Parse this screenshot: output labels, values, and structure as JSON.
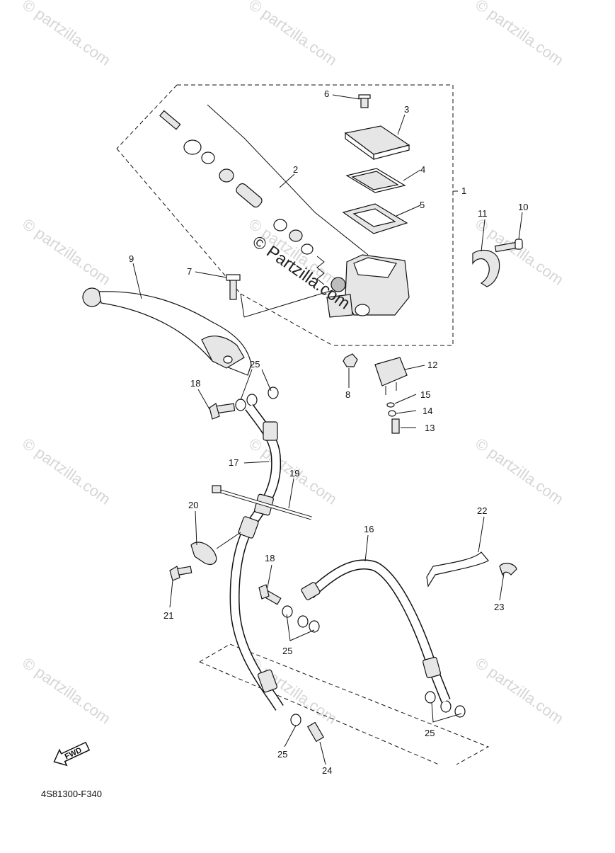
{
  "diagram": {
    "watermark": "© Partzilla.com",
    "watermark_repeat": "© partzilla.com",
    "diagram_code": "4S81300-F340",
    "fwd_label": "FWD",
    "callouts": [
      "1",
      "2",
      "3",
      "4",
      "5",
      "6",
      "7",
      "8",
      "9",
      "10",
      "11",
      "12",
      "13",
      "14",
      "15",
      "16",
      "17",
      "18",
      "18",
      "19",
      "20",
      "21",
      "22",
      "23",
      "24",
      "25",
      "25",
      "25",
      "25"
    ]
  }
}
